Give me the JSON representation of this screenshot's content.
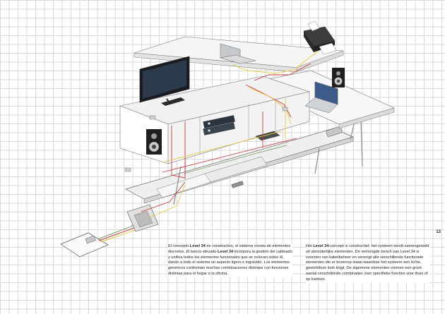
{
  "page_number": "13",
  "texts": {
    "spanish": {
      "p1": "El concepto ",
      "brand_a": "Level 34",
      "p2": " es constructivo, el sistema consta de elementos discretos. El banco elevado ",
      "brand_b": "Level 34",
      "p3": " incorpora la gestión del cableado y unifica todos los elementos funcionales que se colocan sobre él, dando a todo el sistema un aspecto ligero e ingrávido. Los elementos genéricos conforman muchas combinaciones distintas con funciones distintas para el hogar o la oficina."
    },
    "dutch": {
      "p1": "Het ",
      "brand_a": "Level 34",
      "p2": "-concept is constructief, het systeem wordt samengesteld uit afzonderlijke elementen. De verhoogde bench van Level 34 is voorzien van kabelbeheer en verenigt alle verschillende functionele elementen die er bovenop staan waardoor het systeem een lichte, gewichtloze look krijgt. De algemene elementen vormen een groot aantal verschillende combinaties voor specifieke functies voor thuis of op kantoor."
    }
  },
  "illustration": {
    "devices": [
      "printer-icon",
      "laptop-icon",
      "monitor-icon",
      "speaker-icon",
      "laptop-icon",
      "hifi-icon",
      "router-icon",
      "power-outlet-icon"
    ]
  }
}
